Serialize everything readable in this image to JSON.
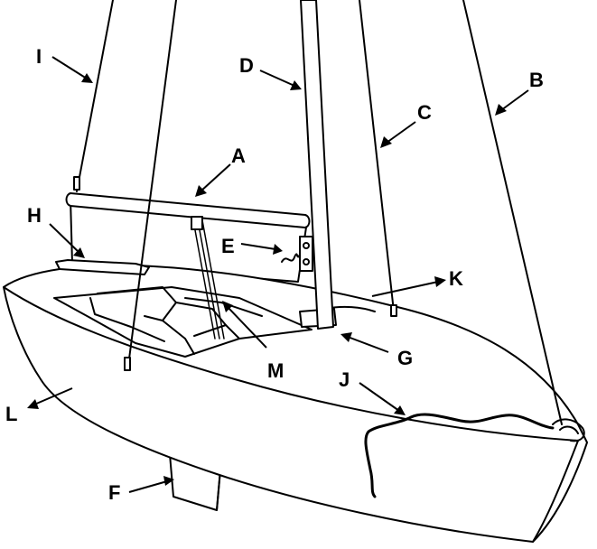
{
  "labels": {
    "A": "A",
    "B": "B",
    "C": "C",
    "D": "D",
    "E": "E",
    "F": "F",
    "G": "G",
    "H": "H",
    "I": "I",
    "J": "J",
    "K": "K",
    "L": "L",
    "M": "M"
  },
  "colors": {
    "ink": "#000000",
    "background": "#ffffff"
  }
}
